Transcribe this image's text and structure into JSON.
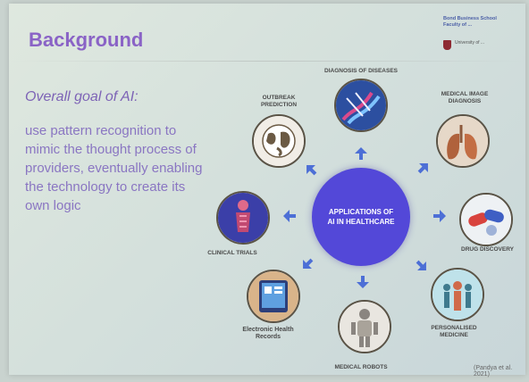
{
  "slide": {
    "title": "Background",
    "institution_lines": [
      "Bond Business School",
      "Faculty of ...",
      ""
    ],
    "institution_secondary": "University of ...",
    "goal_heading": "Overall goal of AI:",
    "goal_text": "use pattern recognition to mimic the thought process of providers, eventually enabling the technology to create its own logic",
    "citation": "(Pandya et al. 2021)"
  },
  "diagram": {
    "center_label": "APPLICATIONS OF AI IN HEALTHCARE",
    "nodes": [
      {
        "label": "DIAGNOSIS OF DISEASES",
        "icon": "dna-icon"
      },
      {
        "label": "MEDICAL IMAGE DIAGNOSIS",
        "icon": "lungs-icon"
      },
      {
        "label": "DRUG DISCOVERY",
        "icon": "pills-icon"
      },
      {
        "label": "PERSONALISED MEDICINE",
        "icon": "people-icon"
      },
      {
        "label": "MEDICAL ROBOTS",
        "icon": "robot-icon"
      },
      {
        "label": "Electronic Health Records",
        "icon": "tablet-icon"
      },
      {
        "label": "CLINICAL TRIALS",
        "icon": "anatomy-icon"
      },
      {
        "label": "OUTBREAK PREDICTION",
        "icon": "globe-icon"
      }
    ]
  },
  "colors": {
    "title": "#8a63c6",
    "hub": "#5348d8",
    "arrow": "#4d6fd6",
    "body_text": "#8a76c2"
  }
}
